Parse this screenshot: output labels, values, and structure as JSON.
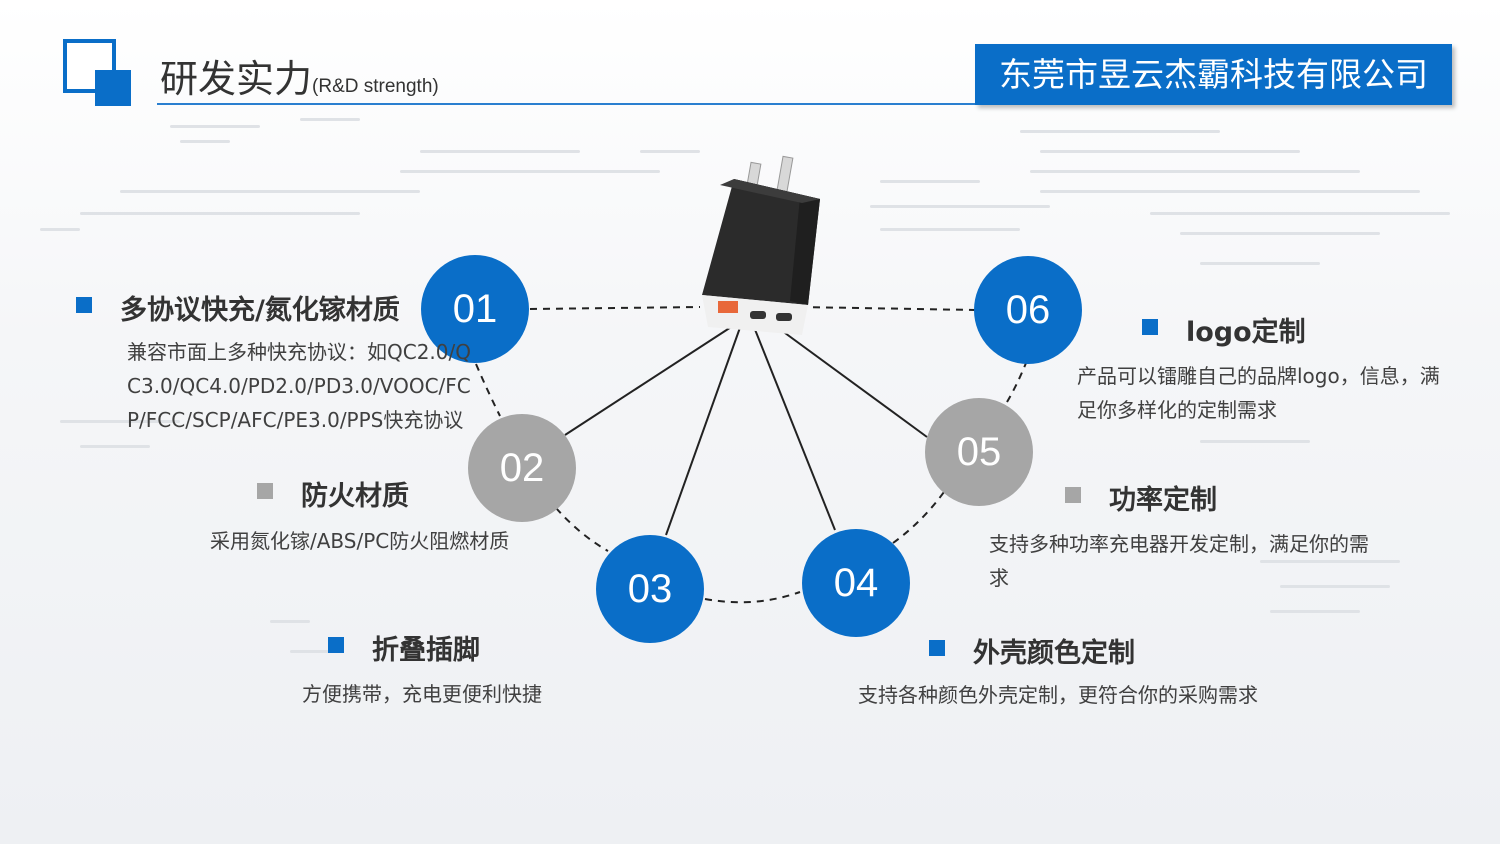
{
  "header": {
    "title": "研发实力",
    "title_en": "(R&D strength)",
    "company": "东莞市昱云杰霸科技有限公司"
  },
  "colors": {
    "accent": "#0a6ec8",
    "gray": "#a6a6a6"
  },
  "nodes": [
    {
      "num": "01",
      "color": "blue"
    },
    {
      "num": "02",
      "color": "gray"
    },
    {
      "num": "03",
      "color": "blue"
    },
    {
      "num": "04",
      "color": "blue"
    },
    {
      "num": "05",
      "color": "gray"
    },
    {
      "num": "06",
      "color": "blue"
    }
  ],
  "features": [
    {
      "title": "多协议快充/氮化镓材质",
      "desc": "兼容市面上多种快充协议：如QC2.0/QC3.0/QC4.0/PD2.0/PD3.0/VOOC/FCP/FCC/SCP/AFC/PE3.0/PPS快充协议"
    },
    {
      "title": "防火材质",
      "desc": "采用氮化镓/ABS/PC防火阻燃材质"
    },
    {
      "title": "折叠插脚",
      "desc": "方便携带，充电更便利快捷"
    },
    {
      "title": "外壳颜色定制",
      "desc": "支持各种颜色外壳定制，更符合你的采购需求"
    },
    {
      "title": "功率定制",
      "desc": "支持多种功率充电器开发定制，满足你的需求"
    },
    {
      "title": "logo定制",
      "desc": "产品可以镭雕自己的品牌logo，信息，满足你多样化的定制需求"
    }
  ],
  "product_image": "usb-charger-image"
}
